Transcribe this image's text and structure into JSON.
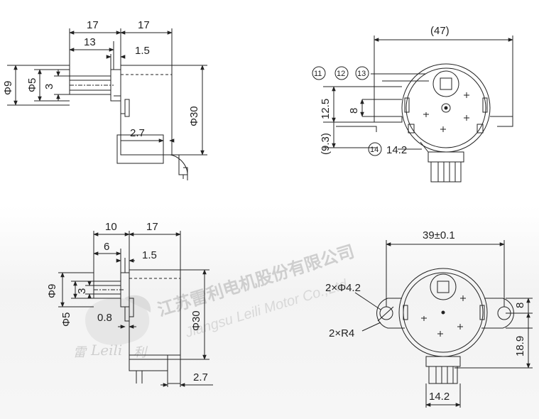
{
  "top_side_view": {
    "dim_17_left": "17",
    "dim_17_right": "17",
    "dim_13": "13",
    "dim_1_5": "1.5",
    "dim_phi9": "Φ9",
    "dim_phi5": "Φ5",
    "dim_3": "3",
    "dim_phi30": "Φ30",
    "dim_2_7": "2.7"
  },
  "top_front_view": {
    "dim_47": "(47)",
    "dim_12_5": "12.5",
    "dim_8": "8",
    "dim_9_3": "(9.3)",
    "dim_14_2": "14.2",
    "callout_11": "11",
    "callout_12": "12",
    "callout_13": "13",
    "callout_14": "14"
  },
  "bottom_side_view": {
    "dim_10": "10",
    "dim_17": "17",
    "dim_6": "6",
    "dim_1_5": "1.5",
    "dim_phi9": "Φ9",
    "dim_3": "3",
    "dim_phi5": "Φ5",
    "dim_0_8": "0.8",
    "dim_phi30": "Φ30",
    "dim_2_7": "2.7"
  },
  "bottom_front_view": {
    "dim_39": "39±0.1",
    "dim_holes": "2×Φ4.2",
    "dim_radius": "2×R4",
    "dim_8": "8",
    "dim_18_9": "18.9",
    "dim_14_2": "14.2"
  },
  "watermark": {
    "chinese": "江苏雷利电机股份有限公司",
    "english": "Jiangsu Leili Motor Co.,Ltd",
    "logo_chinese_left": "雷",
    "logo_script": "Leili",
    "logo_chinese_right": "利"
  }
}
